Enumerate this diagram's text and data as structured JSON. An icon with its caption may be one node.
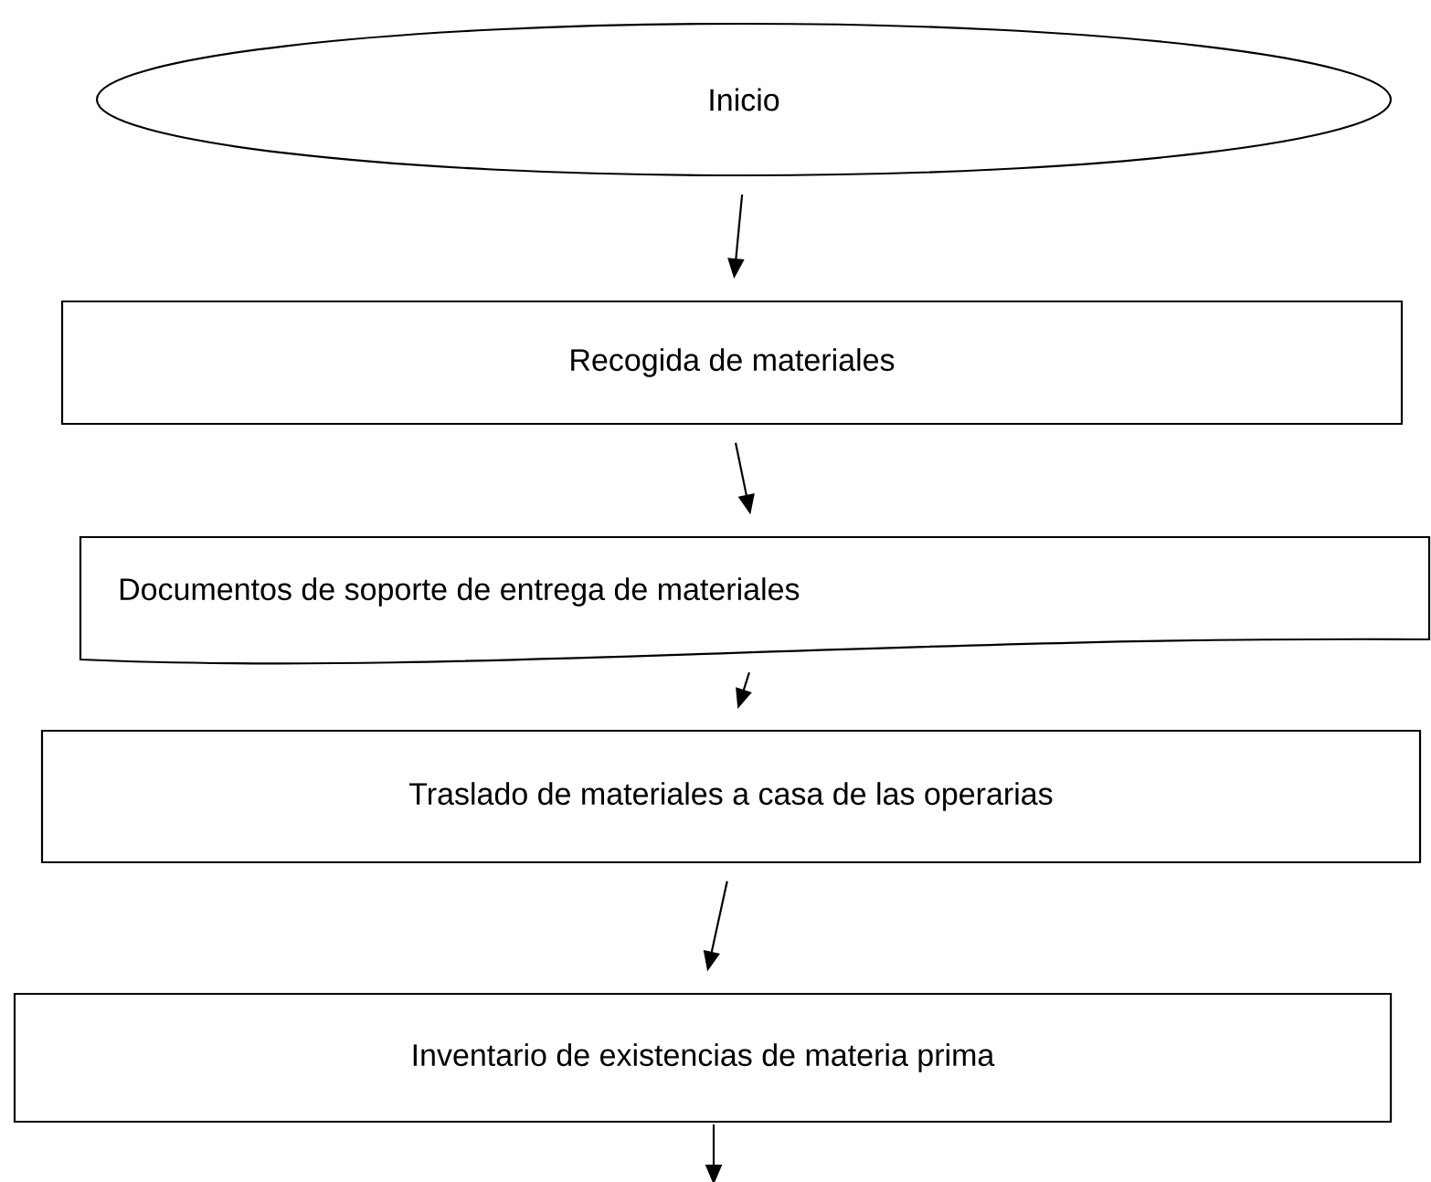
{
  "diagram": {
    "nodes": [
      {
        "text": [
          "Inicio"
        ]
      },
      {
        "text": [
          "Recogida de materiales"
        ]
      },
      {
        "text": [
          "Documentos de soporte de entrega de materiales"
        ]
      },
      {
        "text": [
          "Traslado de materiales a casa de las operarias"
        ]
      },
      {
        "text": [
          "Inventario de existencias de materia prima"
        ]
      }
    ],
    "edges": [
      {
        "from": 0,
        "to": 1,
        "arrow": "to"
      },
      {
        "from": 1,
        "to": 2,
        "arrow": "to"
      },
      {
        "from": 2,
        "to": 3,
        "arrow": "to"
      },
      {
        "from": 3,
        "to": 4,
        "arrow": "to"
      },
      {
        "from": 4,
        "to": null,
        "arrow": "to"
      }
    ]
  }
}
